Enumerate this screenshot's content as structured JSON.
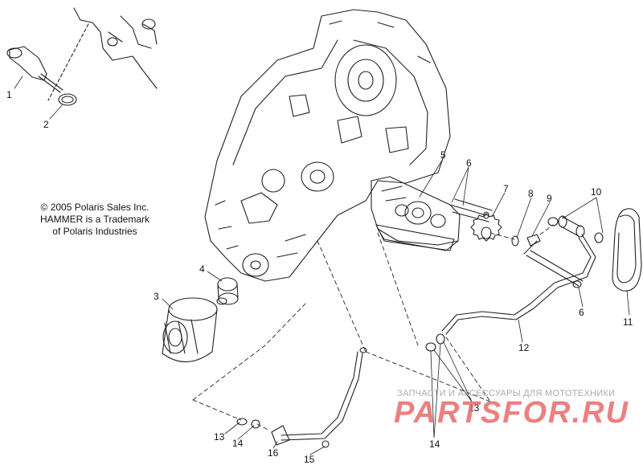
{
  "copyright": {
    "line1": "© 2005 Polaris Sales Inc.",
    "line2": "HAMMER is a Trademark",
    "line3": "of Polaris Industries"
  },
  "watermark": {
    "subtitle": "ЗАПЧАСТИ И АКСЕССУАРЫ ДЛЯ МОТОТЕХНИКИ",
    "brand": "PARTSFOR.RU"
  },
  "callouts": [
    "1",
    "2",
    "3",
    "4",
    "5",
    "6",
    "7",
    "8",
    "9",
    "10",
    "11",
    "12",
    "6",
    "13",
    "14",
    "13",
    "14",
    "15",
    "16"
  ],
  "colors": {
    "line": "#222222",
    "watermark_red": "#e86a6a",
    "watermark_gray": "#aaaaaa"
  }
}
